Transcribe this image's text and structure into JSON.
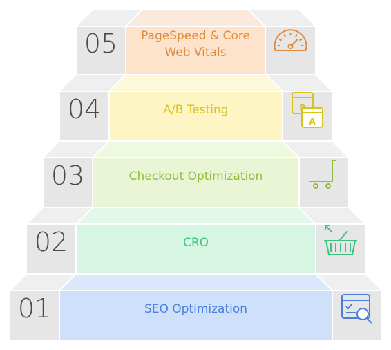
{
  "steps": [
    {
      "num": "05",
      "label_lines": [
        "PageSpeed & Core",
        "Web Vitals"
      ],
      "icon": "speedometer-icon",
      "fill": "#fde2cc",
      "top_fill": "#fbeadb",
      "text_color": "#e08a3c"
    },
    {
      "num": "04",
      "label_lines": [
        "A/B Testing"
      ],
      "icon": "ab-test-icon",
      "fill": "#fdf5c4",
      "top_fill": "#fdf8d8",
      "text_color": "#d9c21b"
    },
    {
      "num": "03",
      "label_lines": [
        "Checkout Optimization"
      ],
      "icon": "shopping-cart-icon",
      "fill": "#eaf5d6",
      "top_fill": "#eff8e0",
      "text_color": "#8fbf3a"
    },
    {
      "num": "02",
      "label_lines": [
        "CRO"
      ],
      "icon": "basket-icon",
      "fill": "#d6f5e3",
      "top_fill": "#e2f8eb",
      "text_color": "#3cc47f"
    },
    {
      "num": "01",
      "label_lines": [
        "SEO Optimization"
      ],
      "icon": "seo-icon",
      "fill": "#cfe0fb",
      "top_fill": "#dbe7fc",
      "text_color": "#4a7fe0"
    }
  ],
  "colors": {
    "gray_block": "#e6e6e6",
    "gray_top": "#efefef",
    "border": "#ffffff",
    "number": "#4a4a4a"
  }
}
